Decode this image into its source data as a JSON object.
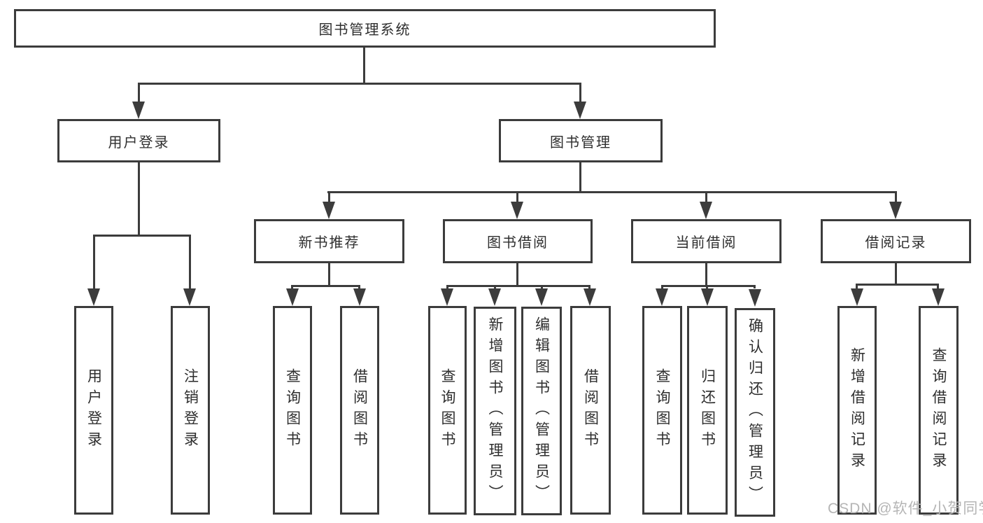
{
  "tree": {
    "root": {
      "label": "图书管理系统"
    },
    "user_login": {
      "label": "用户登录",
      "children": [
        {
          "label": "用户登录"
        },
        {
          "label": "注销登录"
        }
      ]
    },
    "book_mgmt": {
      "label": "图书管理",
      "groups": [
        {
          "label": "新书推荐",
          "children": [
            {
              "label": "查询图书"
            },
            {
              "label": "借阅图书"
            }
          ]
        },
        {
          "label": "图书借阅",
          "children": [
            {
              "label": "查询图书"
            },
            {
              "label": "新增图书（管理员）"
            },
            {
              "label": "编辑图书（管理员）"
            },
            {
              "label": "借阅图书"
            }
          ]
        },
        {
          "label": "当前借阅",
          "children": [
            {
              "label": "查询图书"
            },
            {
              "label": "归还图书"
            },
            {
              "label": "确认归还（管理员）"
            }
          ]
        },
        {
          "label": "借阅记录",
          "children": [
            {
              "label": "新增借阅记录"
            },
            {
              "label": "查询借阅记录"
            }
          ]
        }
      ]
    }
  },
  "watermark": {
    "text": "CSDN @软件_小贺同学"
  },
  "colors": {
    "line": "#3c3c3c",
    "background": "#ffffff",
    "watermark": "#b5b5b5"
  }
}
